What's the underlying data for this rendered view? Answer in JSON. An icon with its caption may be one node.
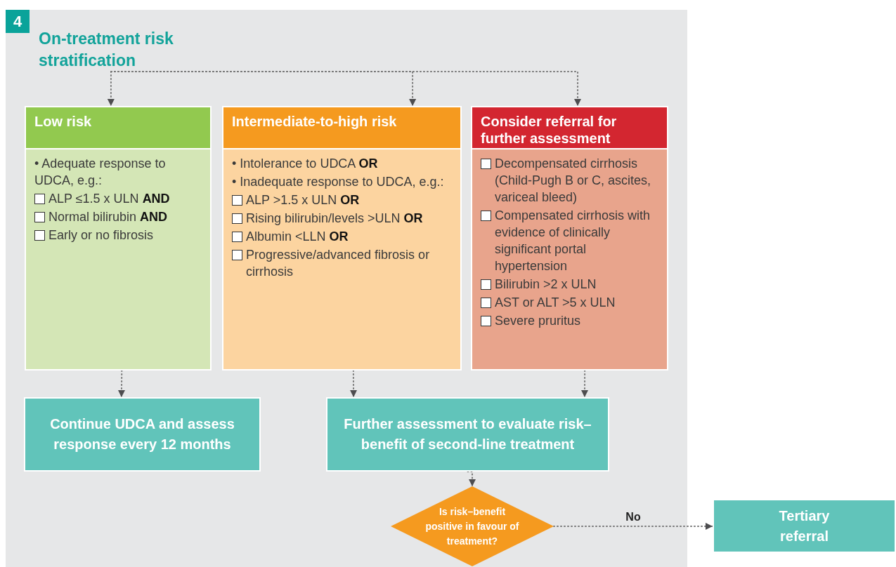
{
  "diagram": {
    "nodes": [
      {
        "text": [],
        "shape": "box"
      },
      {
        "text": [
          "On-treatment risk stratification"
        ],
        "in": 0
      },
      {
        "text": [
          "Low risk",
          "• Adequate response to UDCA, e.g.:",
          "ALP ≤1.5 x ULN **AND**",
          "Normal bilirubin **AND**",
          "Early or no fibrosis"
        ],
        "in": 0
      },
      {
        "text": [
          "Intermediate-to-high risk",
          "• Intolerance to UDCA **OR**",
          "• Inadequate response to UDCA, e.g.:",
          "ALP >1.5 x ULN **OR**",
          "Rising bilirubin/levels >ULN **OR**",
          "Albumin <LLN **OR**",
          "Progressive/advanced fibrosis or cirrhosis"
        ],
        "in": 0
      },
      {
        "text": [
          "Consider referral for further assessment",
          "Decompensated cirrhosis (Child-Pugh B or C, ascites, variceal bleed)",
          "Compensated cirrhosis with evidence of clinically significant portal hypertension",
          "Bilirubin >2 x ULN",
          "AST or ALT >5 x ULN",
          "Severe pruritus"
        ],
        "in": 0
      },
      {
        "text": [
          "Continue UDCA and assess response every 12 months"
        ],
        "in": 0
      },
      {
        "text": [
          "Further assessment to evaluate risk–benefit of second-line treatment"
        ],
        "in": 0
      },
      {
        "text": [
          "Is risk–benefit positive in favour of treatment?"
        ],
        "in": 0
      },
      {
        "text": [
          "Tertiary referral"
        ]
      }
    ],
    "edges": [
      {
        "from": 1,
        "to": 2,
        "arrow": "to"
      },
      {
        "from": 1,
        "to": 3,
        "arrow": "to"
      },
      {
        "from": 1,
        "to": 4,
        "arrow": "to"
      },
      {
        "from": 2,
        "to": 5,
        "arrow": "to"
      },
      {
        "from": 3,
        "to": 6,
        "arrow": "to"
      },
      {
        "from": 4,
        "to": 6,
        "arrow": "to"
      },
      {
        "from": 6,
        "to": 7,
        "arrow": "to"
      },
      {
        "from": 7,
        "to": 8,
        "arrow": "to",
        "label": "No"
      }
    ],
    "labels": [
      "4"
    ]
  }
}
